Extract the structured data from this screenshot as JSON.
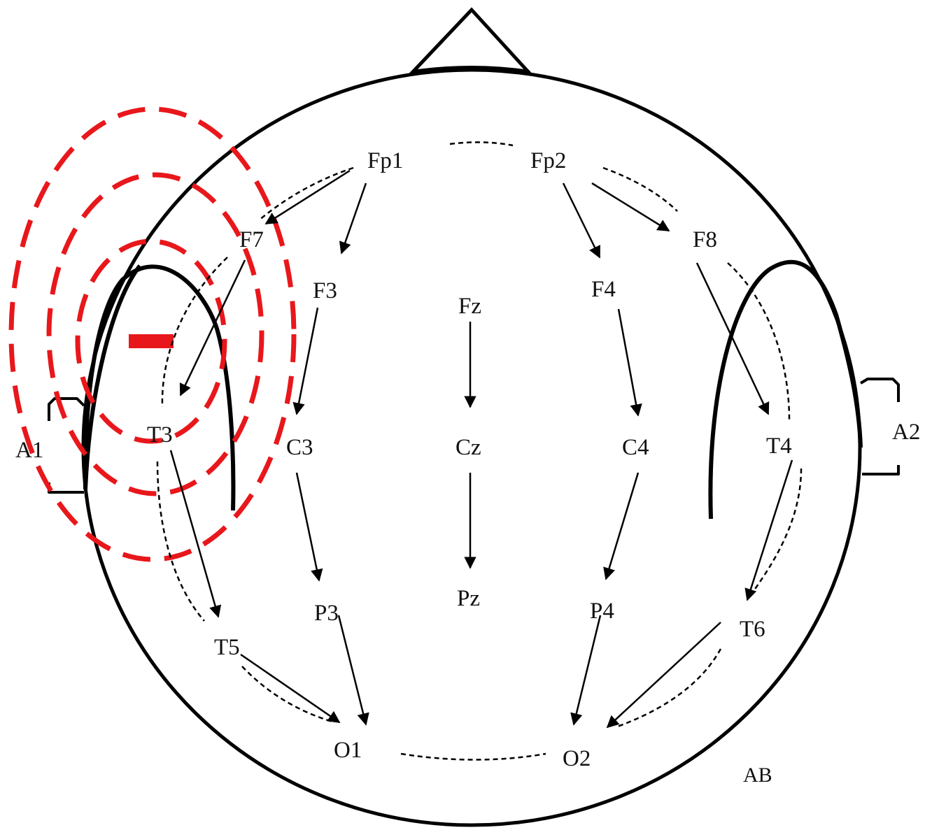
{
  "electrodes": {
    "fp1": "Fp1",
    "fp2": "Fp2",
    "f7": "F7",
    "f8": "F8",
    "f3": "F3",
    "fz": "Fz",
    "f4": "F4",
    "a1": "A1",
    "t3": "T3",
    "c3": "C3",
    "cz": "Cz",
    "c4": "C4",
    "t4": "T4",
    "a2": "A2",
    "p3": "P3",
    "pz": "Pz",
    "p4": "P4",
    "t5": "T5",
    "t6": "T6",
    "o1": "O1",
    "o2": "O2"
  },
  "corner_label": "AB",
  "colors": {
    "outline": "#000000",
    "field_lines": "#e8171b"
  }
}
